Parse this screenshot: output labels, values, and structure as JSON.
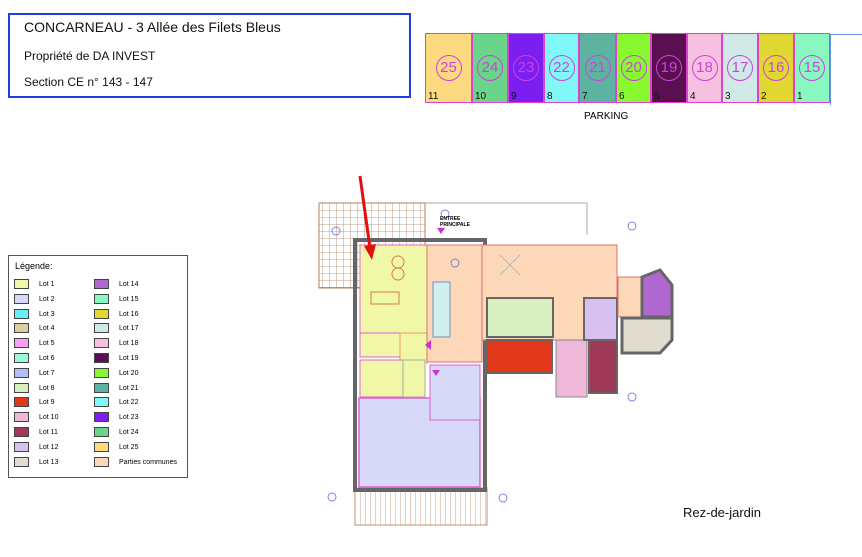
{
  "info": {
    "line1": "CONCARNEAU  - 3 Allée des Filets Bleus",
    "line2": "Propriété de DA INVEST",
    "line3": "Section CE n° 143 - 147"
  },
  "parking": {
    "label": "PARKING",
    "spots": [
      {
        "lot": "25",
        "index": "11",
        "color": "#fdd980"
      },
      {
        "lot": "24",
        "index": "10",
        "color": "#6ad48a"
      },
      {
        "lot": "23",
        "index": "9",
        "color": "#7a1ff0"
      },
      {
        "lot": "22",
        "index": "8",
        "color": "#80f8f8"
      },
      {
        "lot": "21",
        "index": "7",
        "color": "#5bb3a0"
      },
      {
        "lot": "20",
        "index": "6",
        "color": "#88f830"
      },
      {
        "lot": "19",
        "index": "5",
        "color": "#5a1050"
      },
      {
        "lot": "18",
        "index": "4",
        "color": "#f6c0e0"
      },
      {
        "lot": "17",
        "index": "3",
        "color": "#d0e8e6"
      },
      {
        "lot": "16",
        "index": "2",
        "color": "#e0d830"
      },
      {
        "lot": "15",
        "index": "1",
        "color": "#88f8c0"
      }
    ]
  },
  "legend": {
    "title": "Légende:",
    "items": [
      {
        "label": "Lot 1",
        "color": "#f0f8a8"
      },
      {
        "label": "Lot 2",
        "color": "#d8d8f8"
      },
      {
        "label": "Lot 3",
        "color": "#68f0f8"
      },
      {
        "label": "Lot 4",
        "color": "#d8d0a0"
      },
      {
        "label": "Lot 5",
        "color": "#f8a0f8"
      },
      {
        "label": "Lot 6",
        "color": "#98f8d8"
      },
      {
        "label": "Lot 7",
        "color": "#b0c0f8"
      },
      {
        "label": "Lot 8",
        "color": "#d8f0c0"
      },
      {
        "label": "Lot 9",
        "color": "#e03818"
      },
      {
        "label": "Lot 10",
        "color": "#f0b8d8"
      },
      {
        "label": "Lot 11",
        "color": "#a03858"
      },
      {
        "label": "Lot 12",
        "color": "#d8c0f0"
      },
      {
        "label": "Lot 13",
        "color": "#e0dcd0"
      },
      {
        "label": "Lot 14",
        "color": "#b068d0"
      },
      {
        "label": "Lot 15",
        "color": "#88f8c0"
      },
      {
        "label": "Lot 16",
        "color": "#e0d830"
      },
      {
        "label": "Lot 17",
        "color": "#d0e8e6"
      },
      {
        "label": "Lot 18",
        "color": "#f6c0e0"
      },
      {
        "label": "Lot 19",
        "color": "#5a1050"
      },
      {
        "label": "Lot 20",
        "color": "#88f830"
      },
      {
        "label": "Lot 21",
        "color": "#5bb3a0"
      },
      {
        "label": "Lot 22",
        "color": "#80f8f8"
      },
      {
        "label": "Lot 23",
        "color": "#7a1ff0"
      },
      {
        "label": "Lot 24",
        "color": "#6ad48a"
      },
      {
        "label": "Lot 25",
        "color": "#fdd980"
      },
      {
        "label": "Parties communes",
        "color": "#fcd8b8"
      }
    ]
  },
  "plan": {
    "entrance": "ENTREE PRINCIPALE",
    "level": "Rez-de-jardin",
    "arrow_color": "#e01010"
  }
}
